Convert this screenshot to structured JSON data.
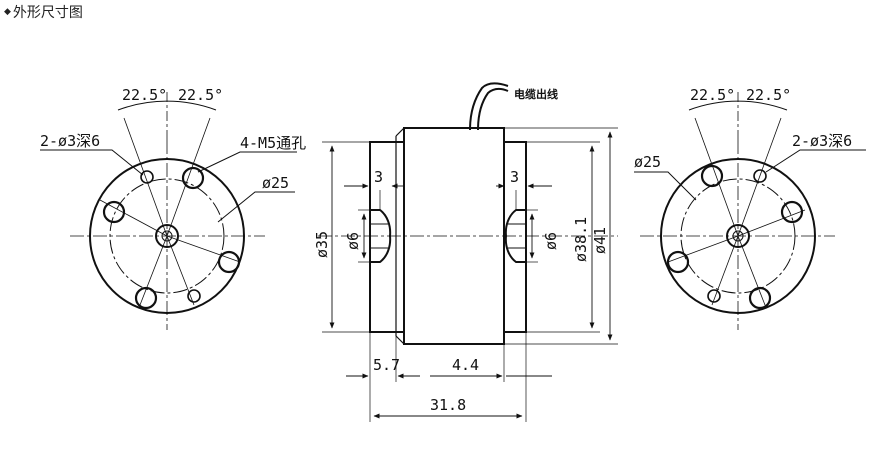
{
  "header": {
    "bullet": "◆",
    "title": "外形尺寸图"
  },
  "left_view": {
    "angle_left": "22.5°",
    "angle_right": "22.5°",
    "hole_spec": "2-ø3深6",
    "thread_spec": "4-M5通孔",
    "pcd": "ø25"
  },
  "side_view": {
    "cable_label": "电缆出线",
    "dia_body": "ø35",
    "dia_shaft_left": "ø6",
    "dia_shaft_right": "ø6",
    "dia_flange_inner": "ø38.1",
    "dia_flange_outer": "ø41",
    "depth_left": "3",
    "depth_right": "3",
    "len_left": "5.7",
    "len_mid": "4.4",
    "len_total": "31.8"
  },
  "right_view": {
    "angle_left": "22.5°",
    "angle_right": "22.5°",
    "hole_spec": "2-ø3深6",
    "pcd": "ø25"
  }
}
